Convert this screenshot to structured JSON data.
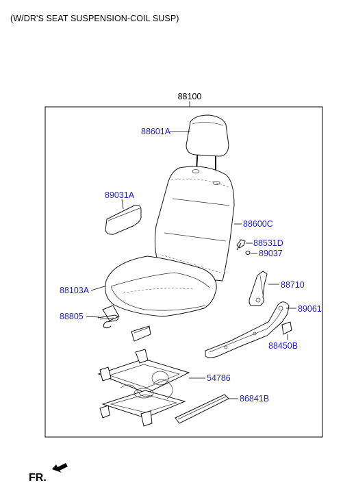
{
  "title": "(W/DR'S SEAT SUSPENSION-COIL SUSP)",
  "assembly_label": "88100",
  "parts": {
    "headrest": "88601A",
    "armrest": "89031A",
    "back_frame": "88600C",
    "bolt": "88531D",
    "washer": "89037",
    "cushion": "88103A",
    "recliner_lever": "88710",
    "side_cover": "89061",
    "cap": "88450B",
    "wire": "88805",
    "suspension": "54786",
    "cover_rail": "86841B"
  },
  "direction_label": "FR."
}
